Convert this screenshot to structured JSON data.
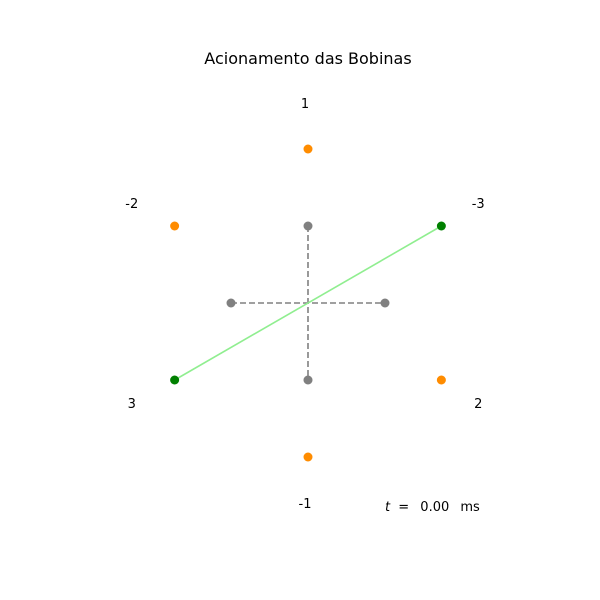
{
  "title": "Acionamento das Bobinas",
  "time_readout": {
    "variable": "t",
    "equals": "=",
    "value": "0.00",
    "unit": "ms"
  },
  "colors": {
    "coil_point": "#ff8c00",
    "center_point": "#808080",
    "active_point": "#008000",
    "active_line": "#90ee90",
    "dashed_line": "#808080"
  },
  "coils": [
    {
      "label": "1",
      "angle_deg": 90
    },
    {
      "label": "-3",
      "angle_deg": 30
    },
    {
      "label": "2",
      "angle_deg": -30
    },
    {
      "label": "-1",
      "angle_deg": -90
    },
    {
      "label": "3",
      "angle_deg": -150
    },
    {
      "label": "-2",
      "angle_deg": 150
    }
  ],
  "active_pair": [
    "-3",
    "3"
  ]
}
